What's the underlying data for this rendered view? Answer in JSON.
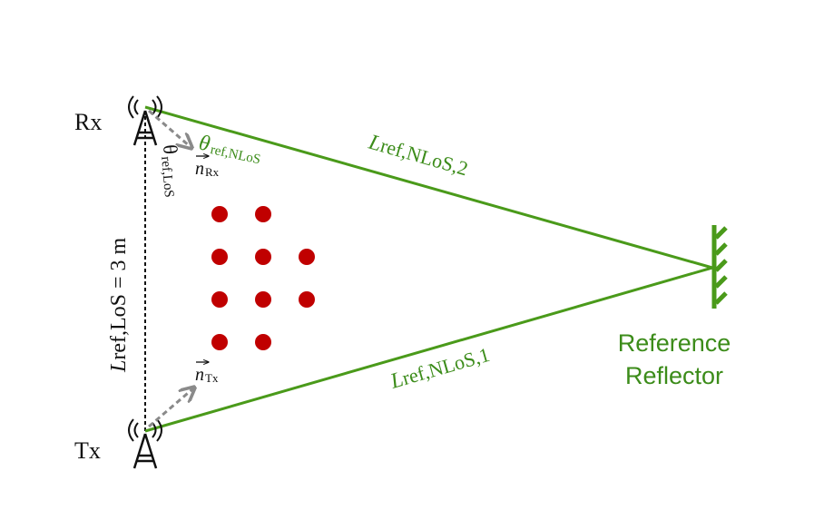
{
  "colors": {
    "path_green": "#4a9a1a",
    "text_green": "#3c8c1a",
    "dot_red": "#c00000",
    "arrow_gray": "#8a8a8a",
    "ink": "#111111"
  },
  "nodes": {
    "rx_label": "Rx",
    "tx_label": "Tx",
    "reflector_label_line1": "Reference",
    "reflector_label_line2": "Reflector"
  },
  "labels": {
    "los_distance_L": "L",
    "los_distance_rest": "ref,LoS = 3 m",
    "nlos2_L": "L",
    "nlos2_rest": "ref,NLoS,2",
    "nlos1_L": "L",
    "nlos1_rest": "ref,NLoS,1",
    "theta_nlos_symbol": "θ",
    "theta_nlos_sub": "ref,NLoS",
    "theta_los_symbol": "θ",
    "theta_los_sub": "ref,LoS",
    "n_rx_symbol": "n",
    "n_rx_sub": "Rx",
    "n_tx_symbol": "n",
    "n_tx_sub": "Tx"
  },
  "icons": {
    "rx_antenna": "antenna-icon",
    "tx_antenna": "antenna-icon",
    "reflector": "reflector-wall-icon"
  },
  "targets": {
    "count": 10,
    "color": "#c00000"
  }
}
